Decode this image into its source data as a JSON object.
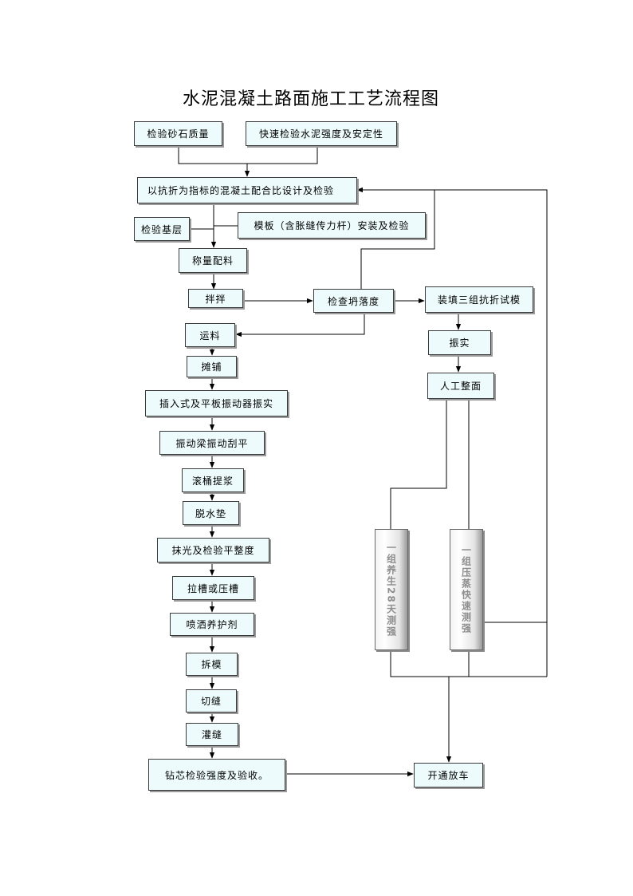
{
  "title": "水泥混凝土路面施工工艺流程图",
  "nodes": {
    "check_aggregate": "检验砂石质量",
    "quick_check_cement": "快速检验水泥强度及安定性",
    "mix_design": "以抗折为指标的混凝土配合比设计及检验",
    "check_base": "检验基层",
    "formwork": "模板（含胀缝传力杆）安装及检验",
    "weigh_batch": "称量配料",
    "mixing": "拌拌",
    "check_slump": "检查坍落度",
    "make_specimens": "装填三组抗折试模",
    "transport": "运料",
    "vibrate_specimen": "振实",
    "spreading": "摊铺",
    "manual_finish": "人工整面",
    "insert_vibrate": "插入式及平板振动器振实",
    "beam_vibrate": "振动梁振动刮平",
    "roller": "滚桶提浆",
    "dewater": "脱水垫",
    "trowel_check": "抹光及检验平整度",
    "groove": "拉槽或压槽",
    "curing_agent": "喷洒养护剂",
    "remove_form": "拆模",
    "cut_joint": "切缝",
    "fill_joint": "灌缝",
    "core_check": "钻芯检验强度及验收。",
    "open_traffic": "开通放车",
    "cure_28": "一组养生28天测强",
    "quick_test": "一组压蒸快速测强"
  },
  "colors": {
    "box_fill": "#eefbfc",
    "line": "#000000"
  }
}
